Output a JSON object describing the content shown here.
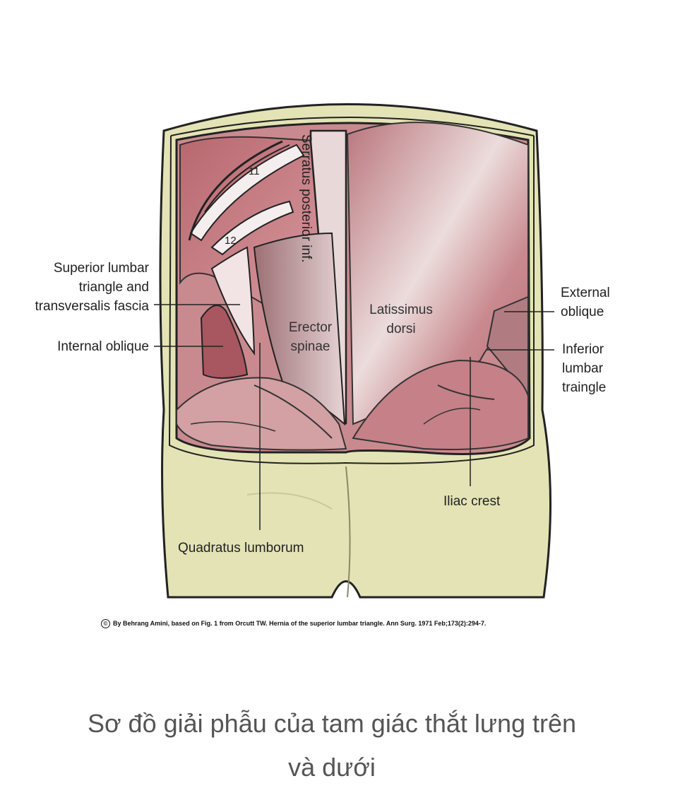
{
  "figure": {
    "labels": {
      "superior_lumbar": [
        "Superior lumbar",
        "triangle and",
        "transversalis fascia"
      ],
      "internal_oblique": "Internal oblique",
      "quadratus_lumborum": "Quadratus lumborum",
      "serratus": "Serratus posterior inf.",
      "erector_spinae": [
        "Erector",
        "spinae"
      ],
      "latissimus_dorsi": [
        "Latissimus",
        "dorsi"
      ],
      "external_oblique": [
        "External",
        "oblique"
      ],
      "inferior_lumbar": [
        "Inferior",
        "lumbar",
        "traingle"
      ],
      "iliac_crest": "Iliac crest",
      "rib_11": "11",
      "rib_12": "12"
    },
    "colors": {
      "skin": "#e3e3b5",
      "muscle": "#c98a8f",
      "muscle_light": "#e9c9cb",
      "outline": "#222222"
    }
  },
  "credit": "By Behrang Amini, based on Fig. 1 from Orcutt TW. Hernia of the superior lumbar triangle. Ann Surg. 1971 Feb;173(2):294-7.",
  "credit_symbol": "©",
  "caption": [
    "Sơ đồ giải phẫu của tam giác thắt lưng trên",
    "và dưới"
  ]
}
